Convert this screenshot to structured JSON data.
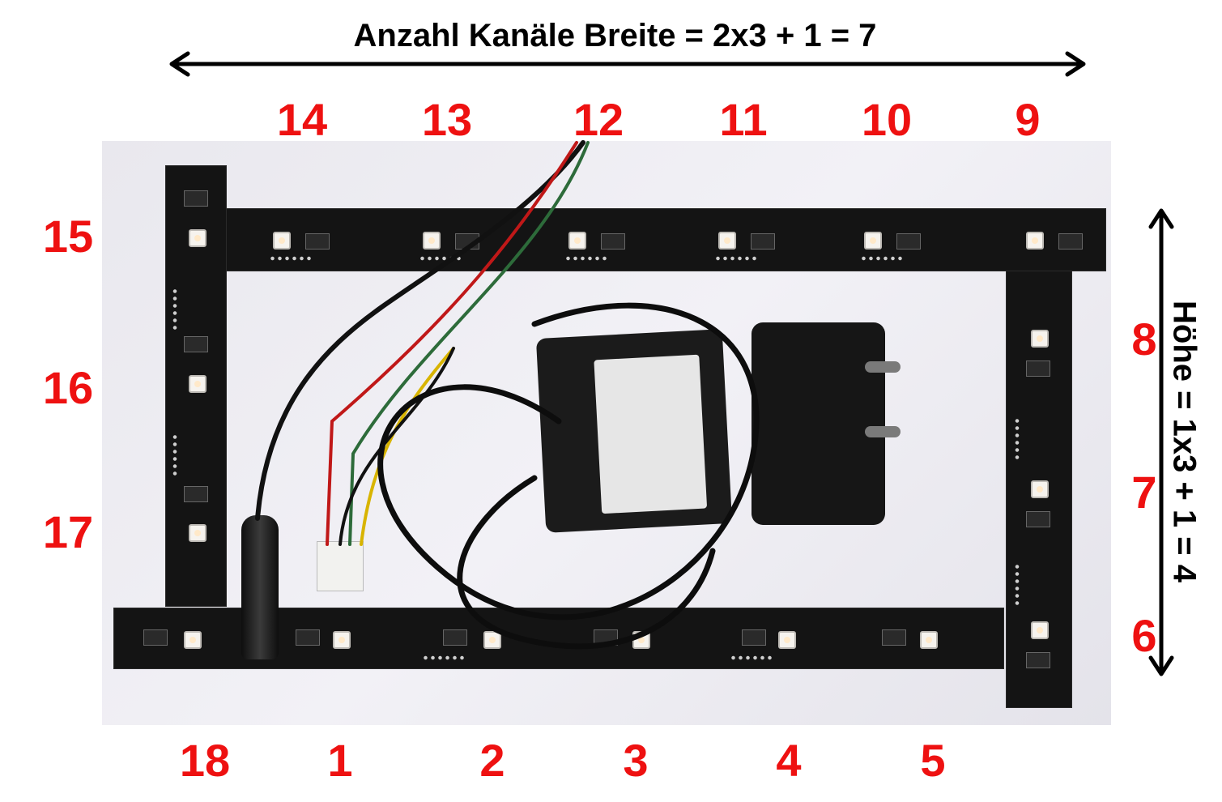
{
  "title": "Anzahl Kanäle Breite = 2x3 + 1 = 7",
  "height_label": "Höhe = 1x3 + 1 = 4",
  "channels": {
    "top": [
      "14",
      "13",
      "12",
      "11",
      "10",
      "9"
    ],
    "left": [
      "15",
      "16",
      "17"
    ],
    "right": [
      "8",
      "7",
      "6"
    ],
    "bottom": [
      "18",
      "1",
      "2",
      "3",
      "4",
      "5"
    ]
  },
  "colors": {
    "label_red": "#ee1111",
    "arrow": "#000000",
    "pcb": "#141414"
  }
}
